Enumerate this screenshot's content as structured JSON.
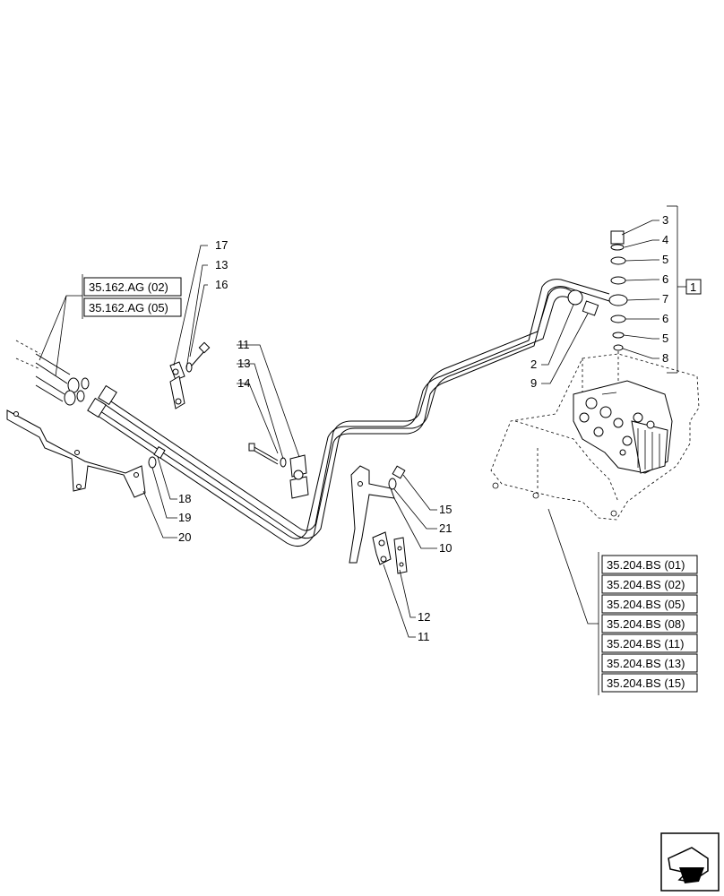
{
  "callouts": {
    "c1": "1",
    "c2": "2",
    "c3": "3",
    "c4": "4",
    "c5a": "5",
    "c5b": "5",
    "c6a": "6",
    "c6b": "6",
    "c7": "7",
    "c8": "8",
    "c9": "9",
    "c10": "10",
    "c11a": "11",
    "c11b": "11",
    "c12": "12",
    "c13a": "13",
    "c13b": "13",
    "c14": "14",
    "c15": "15",
    "c17": "17",
    "c16": "16",
    "c18": "18",
    "c19": "19",
    "c20": "20",
    "c21": "21"
  },
  "refs_left": [
    "35.162.AG (02)",
    "35.162.AG (05)"
  ],
  "refs_right": [
    "35.204.BS (01)",
    "35.204.BS (02)",
    "35.204.BS (05)",
    "35.204.BS (08)",
    "35.204.BS (11)",
    "35.204.BS (13)",
    "35.204.BS (15)"
  ],
  "nav_icon": "next-page-arrow-icon"
}
